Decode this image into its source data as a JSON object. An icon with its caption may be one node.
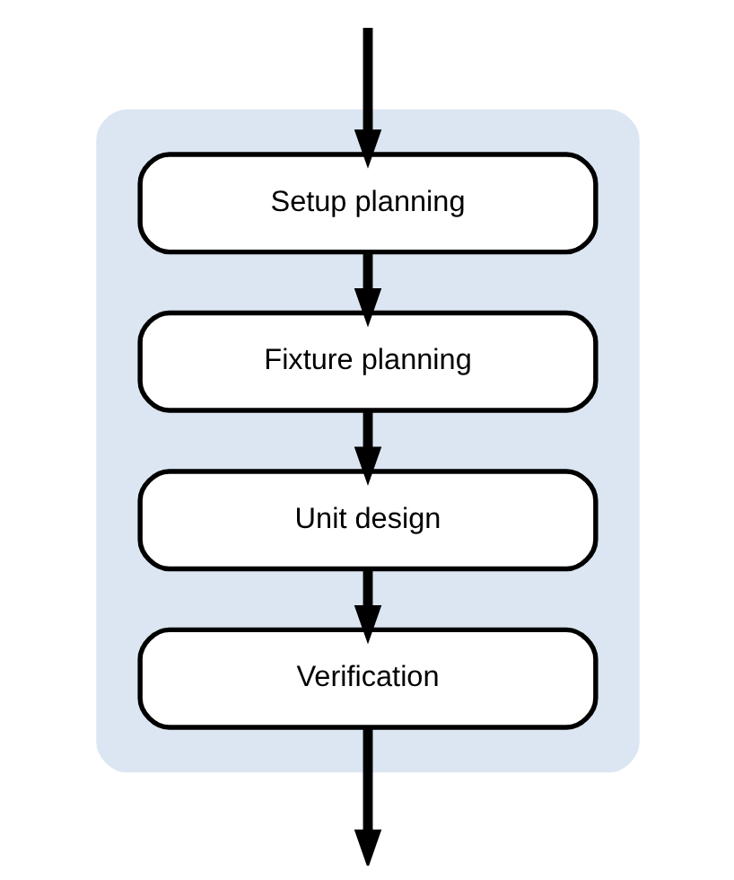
{
  "diagram": {
    "nodes": [
      {
        "text": [],
        "shape": "box"
      },
      {
        "text": [
          "Setup planning"
        ],
        "in": 0
      },
      {
        "text": [
          "Fixture planning"
        ],
        "in": 0
      },
      {
        "text": [
          "Unit design"
        ],
        "in": 0
      },
      {
        "text": [
          "Verification"
        ],
        "in": 0
      }
    ],
    "edges": [
      {
        "from": null,
        "to": 1,
        "arrow": "to"
      },
      {
        "from": 1,
        "to": 2,
        "arrow": "to"
      },
      {
        "from": 2,
        "to": 3,
        "arrow": "to"
      },
      {
        "from": 3,
        "to": 4,
        "arrow": "to"
      },
      {
        "from": 4,
        "to": null,
        "arrow": "to"
      }
    ]
  }
}
